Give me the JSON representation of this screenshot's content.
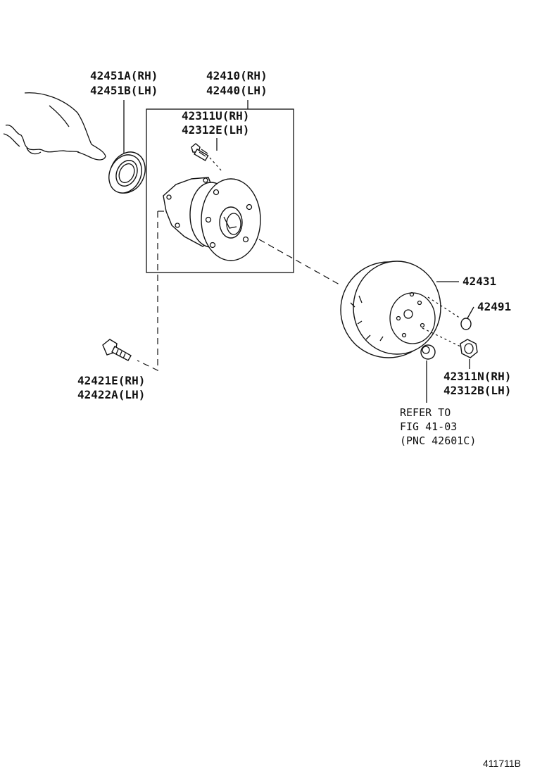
{
  "labels": {
    "seal_rh": "42451A(RH)",
    "seal_lh": "42451B(LH)",
    "hub_rh": "42410(RH)",
    "hub_lh": "42440(LH)",
    "hubbolt_rh": "42311U(RH)",
    "hubbolt_lh": "42312E(LH)",
    "disc": "42431",
    "plug": "42491",
    "nut_rh": "42311N(RH)",
    "nut_lh": "42312B(LH)",
    "bolt_rh": "42421E(RH)",
    "bolt_lh": "42422A(LH)"
  },
  "refer_note": {
    "line1": "REFER TO",
    "line2": "FIG 41-03",
    "line3": "(PNC 42601C)"
  },
  "figure_id": "411711B",
  "icons": [
    "hand-icon"
  ]
}
